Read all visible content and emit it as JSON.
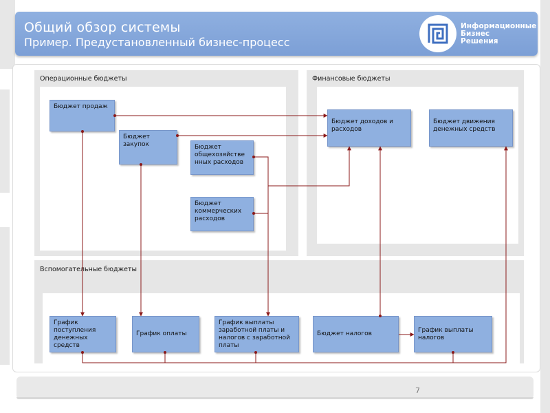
{
  "slide": {
    "title": "Общий обзор системы",
    "subtitle": "Пример. Предустановленный бизнес-процесс",
    "page_number": "7"
  },
  "logo": {
    "line1": "Информационные",
    "line2": "Бизнес",
    "line3": "Решения"
  },
  "groups": {
    "operational": "Операционные бюджеты",
    "financial": "Финансовые бюджеты",
    "auxiliary": "Вспомогательные бюджеты"
  },
  "nodes": {
    "sales": "Бюджет продаж",
    "purchases": "Бюджет закупок",
    "general_expenses": "Бюджет общехозяйстве нных расходов",
    "commercial_expenses": "Бюджет коммерческих расходов",
    "income_expenses": "Бюджет доходов и расходов",
    "cash_flow": "Бюджет движения денежных средств",
    "cash_receipts": "График поступления денежных средств",
    "payment_schedule": "График оплаты",
    "salary_schedule": "График выплаты заработной платы и налогов с заработной платы",
    "tax_budget": "Бюджет налогов",
    "tax_payment_schedule": "График выплаты налогов"
  },
  "colors": {
    "header": "#7c9fd6",
    "node_fill": "#8fb0e0",
    "connector": "#8b1a1a",
    "group_bg": "#e6e6e6"
  }
}
